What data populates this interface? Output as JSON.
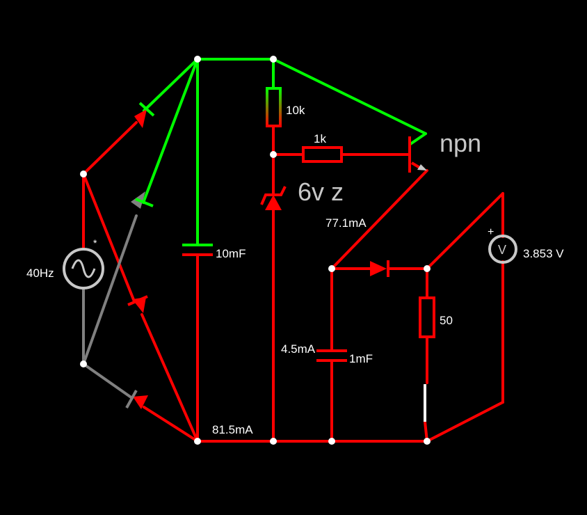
{
  "colors": {
    "background": "#000000",
    "low_voltage": "#ff0000",
    "high_voltage": "#00ff00",
    "neutral": "#808080",
    "node": "#ffffff",
    "text": "#ffffff",
    "component_text": "#c8c8c8"
  },
  "source": {
    "frequency": "40Hz",
    "marker": "*"
  },
  "resistors": {
    "r_top": "10k",
    "r_base": "1k",
    "r_load": "50"
  },
  "capacitors": {
    "c_filter": "10mF",
    "c_output": "1mF"
  },
  "zener": {
    "label": "6v z"
  },
  "transistor": {
    "label": "npn"
  },
  "currents": {
    "emitter": "77.1mA",
    "capacitor": "4.5mA",
    "ground": "81.5mA"
  },
  "voltmeter": {
    "symbol": "V",
    "polarity": "+",
    "reading": "3.853 V"
  }
}
